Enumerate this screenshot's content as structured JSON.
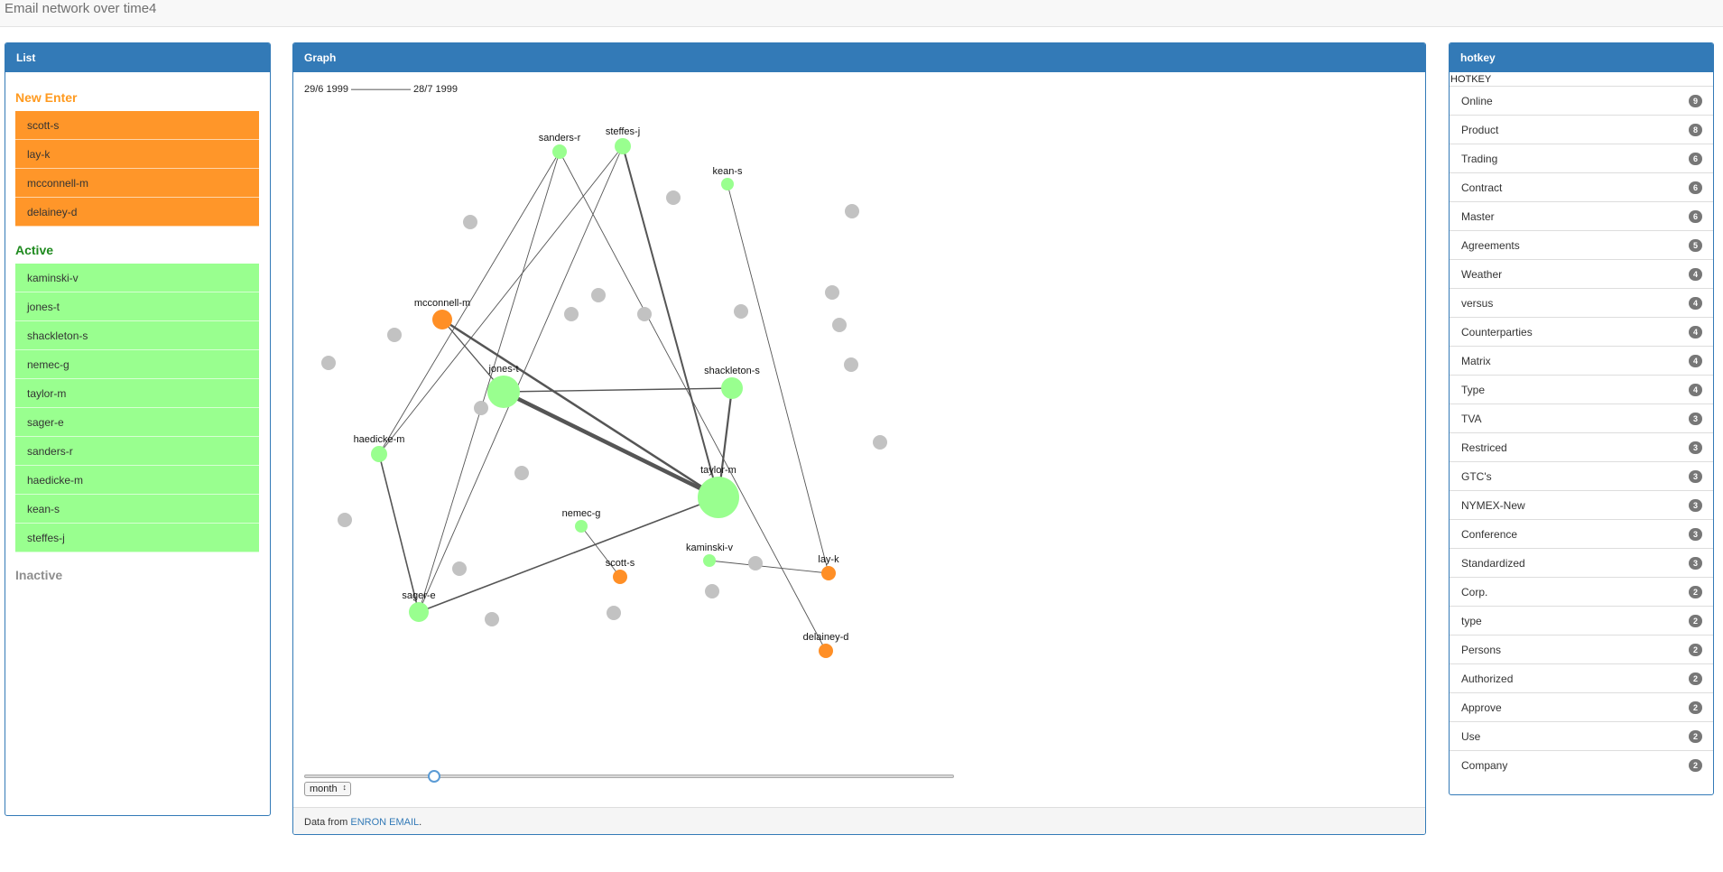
{
  "app": {
    "title": "Email network over time4"
  },
  "list_panel": {
    "heading": "List",
    "new_enter_title": "New Enter",
    "new_enter": [
      "scott-s",
      "lay-k",
      "mcconnell-m",
      "delainey-d"
    ],
    "active_title": "Active",
    "active": [
      "kaminski-v",
      "jones-t",
      "shackleton-s",
      "nemec-g",
      "taylor-m",
      "sager-e",
      "sanders-r",
      "haedicke-m",
      "kean-s",
      "steffes-j"
    ],
    "inactive_title": "Inactive"
  },
  "graph_panel": {
    "heading": "Graph",
    "date_range": "29/6 1999 —————— 28/7 1999",
    "period_select": "month",
    "footer_prefix": "Data from ",
    "footer_link": "ENRON EMAIL",
    "footer_suffix": ".",
    "colors": {
      "new": "#ff8f26",
      "active": "#99ff8f",
      "inactive": "#c2c2c2",
      "edge": "#555555"
    },
    "slider_value": 0.2
  },
  "hotkey_panel": {
    "heading": "hotkey",
    "label": "HOTKEY",
    "items": [
      {
        "word": "Online",
        "count": "9"
      },
      {
        "word": "Product",
        "count": "8"
      },
      {
        "word": "Trading",
        "count": "6"
      },
      {
        "word": "Contract",
        "count": "6"
      },
      {
        "word": "Master",
        "count": "6"
      },
      {
        "word": "Agreements",
        "count": "5"
      },
      {
        "word": "Weather",
        "count": "4"
      },
      {
        "word": "versus",
        "count": "4"
      },
      {
        "word": "Counterparties",
        "count": "4"
      },
      {
        "word": "Matrix",
        "count": "4"
      },
      {
        "word": "Type",
        "count": "4"
      },
      {
        "word": "TVA",
        "count": "3"
      },
      {
        "word": "Restriced",
        "count": "3"
      },
      {
        "word": "GTC's",
        "count": "3"
      },
      {
        "word": "NYMEX-New",
        "count": "3"
      },
      {
        "word": "Conference",
        "count": "3"
      },
      {
        "word": "Standardized",
        "count": "3"
      },
      {
        "word": "Corp.",
        "count": "2"
      },
      {
        "word": "type",
        "count": "2"
      },
      {
        "word": "Persons",
        "count": "2"
      },
      {
        "word": "Authorized",
        "count": "2"
      },
      {
        "word": "Approve",
        "count": "2"
      },
      {
        "word": "Use",
        "count": "2"
      },
      {
        "word": "Company",
        "count": "2"
      }
    ]
  },
  "network": {
    "nodes": [
      {
        "id": "sanders-r",
        "label": "sanders-r",
        "status": "active"
      },
      {
        "id": "steffes-j",
        "label": "steffes-j",
        "status": "active"
      },
      {
        "id": "kean-s",
        "label": "kean-s",
        "status": "active"
      },
      {
        "id": "mcconnell-m",
        "label": "mcconnell-m",
        "status": "new"
      },
      {
        "id": "jones-t",
        "label": "jones-t",
        "status": "active"
      },
      {
        "id": "shackleton-s",
        "label": "shackleton-s",
        "status": "active"
      },
      {
        "id": "haedicke-m",
        "label": "haedicke-m",
        "status": "active"
      },
      {
        "id": "taylor-m",
        "label": "taylor-m",
        "status": "active"
      },
      {
        "id": "nemec-g",
        "label": "nemec-g",
        "status": "active"
      },
      {
        "id": "scott-s",
        "label": "scott-s",
        "status": "new"
      },
      {
        "id": "kaminski-v",
        "label": "kaminski-v",
        "status": "active"
      },
      {
        "id": "lay-k",
        "label": "lay-k",
        "status": "new"
      },
      {
        "id": "sager-e",
        "label": "sager-e",
        "status": "active"
      },
      {
        "id": "delainey-d",
        "label": "delainey-d",
        "status": "new"
      }
    ],
    "edges": [
      {
        "source": "jones-t",
        "target": "taylor-m"
      },
      {
        "source": "mcconnell-m",
        "target": "taylor-m"
      },
      {
        "source": "jones-t",
        "target": "shackleton-s"
      },
      {
        "source": "shackleton-s",
        "target": "taylor-m"
      },
      {
        "source": "steffes-j",
        "target": "taylor-m"
      },
      {
        "source": "sager-e",
        "target": "taylor-m"
      },
      {
        "source": "haedicke-m",
        "target": "sager-e"
      },
      {
        "source": "sanders-r",
        "target": "haedicke-m"
      },
      {
        "source": "sanders-r",
        "target": "sager-e"
      },
      {
        "source": "sanders-r",
        "target": "delainey-d"
      },
      {
        "source": "steffes-j",
        "target": "haedicke-m"
      },
      {
        "source": "steffes-j",
        "target": "sager-e"
      },
      {
        "source": "kean-s",
        "target": "lay-k"
      },
      {
        "source": "mcconnell-m",
        "target": "jones-t"
      },
      {
        "source": "nemec-g",
        "target": "scott-s"
      },
      {
        "source": "kaminski-v",
        "target": "lay-k"
      }
    ]
  }
}
